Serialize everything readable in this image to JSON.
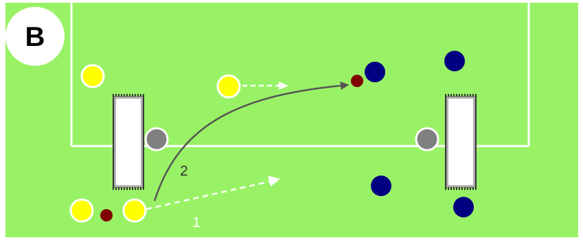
{
  "diagram": {
    "badge_letter": "B",
    "labels": {
      "pass_one": "1",
      "pass_two": "2"
    }
  },
  "colors": {
    "field": "#99f266",
    "lines": "#ffffff",
    "team_yellow": "#ffff00",
    "team_navy": "#000080",
    "keeper_gray": "#808080",
    "ball": "#800000",
    "curved_arrow": "#555555",
    "dashed_arrow": "#ffffff",
    "badge_bg": "#ffffff",
    "badge_text": "#000000"
  },
  "icons": {
    "goal": "mini-goal-icon",
    "player": "player-disc-icon",
    "ball": "ball-icon",
    "badge": "badge-letter-icon"
  }
}
